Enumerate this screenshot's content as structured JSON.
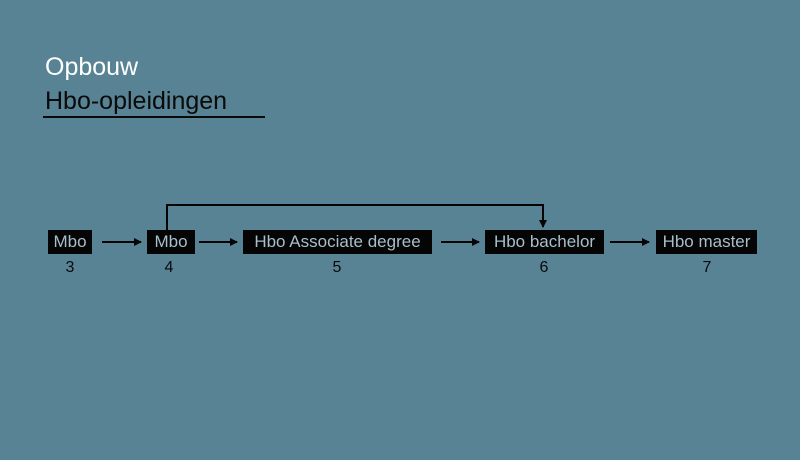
{
  "header": {
    "title": "Opbouw",
    "subtitle": "Hbo-opleidingen"
  },
  "diagram": {
    "nodes": [
      {
        "label": "Mbo",
        "level": "3"
      },
      {
        "label": "Mbo",
        "level": "4"
      },
      {
        "label": "Hbo Associate degree",
        "level": "5"
      },
      {
        "label": "Hbo bachelor",
        "level": "6"
      },
      {
        "label": "Hbo master",
        "level": "7"
      }
    ],
    "edges": [
      {
        "from": "Mbo 3",
        "to": "Mbo 4"
      },
      {
        "from": "Mbo 4",
        "to": "Hbo Associate degree 5"
      },
      {
        "from": "Hbo Associate degree 5",
        "to": "Hbo bachelor 6"
      },
      {
        "from": "Hbo bachelor 6",
        "to": "Hbo master 7"
      },
      {
        "from": "Mbo 4",
        "to": "Hbo bachelor 6",
        "type": "bypass"
      }
    ]
  },
  "colors": {
    "background": "#578394",
    "node_fill": "#050505",
    "node_text": "#a7bfcb",
    "title": "#ffffff",
    "subtitle": "#0a0a0a"
  }
}
